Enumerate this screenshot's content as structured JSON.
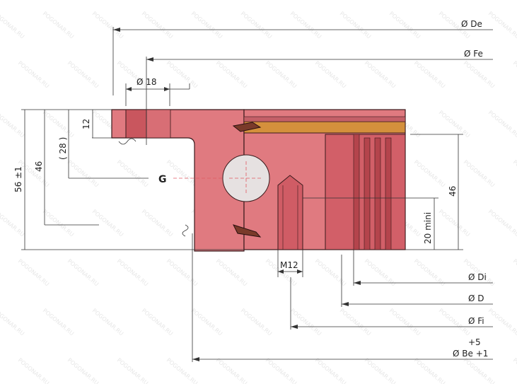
{
  "watermark": "POGONAR.RU",
  "dimensions": {
    "de": "Ø De",
    "fe": "Ø Fe",
    "hole_dia": "Ø 18",
    "height_12": "12",
    "height_28": "( 28 )",
    "height_46_left": "46",
    "height_56": "56 ±1",
    "center_label": "G",
    "height_46_right": "46",
    "min_20": "20 mini",
    "thread": "M12",
    "di": "Ø Di",
    "d": "Ø D",
    "fi": "Ø Fi",
    "be_tol_upper": "+5",
    "be": "Ø Be +1"
  },
  "colors": {
    "ring": "#e07a80",
    "ring_dark": "#b4444c",
    "seal": "#d4903c",
    "ball": "#e6e1e1",
    "outline": "#3a1a1c"
  }
}
